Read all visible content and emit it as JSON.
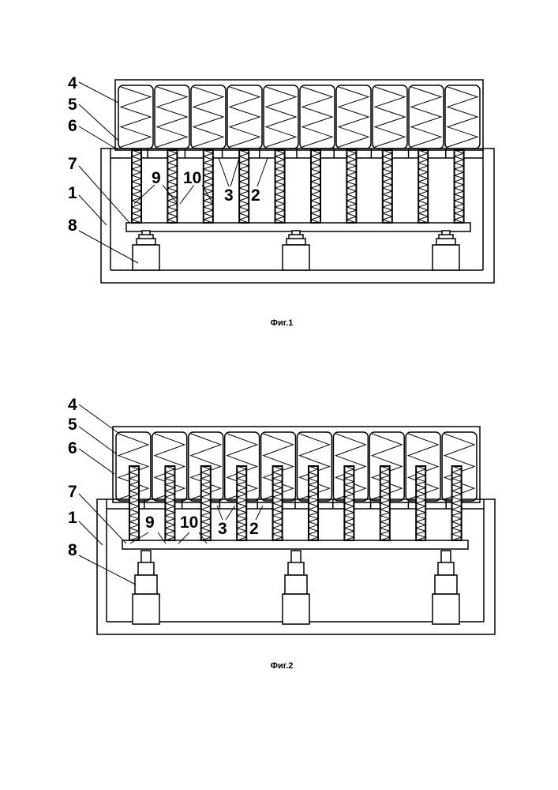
{
  "figures": [
    {
      "caption": "Фиг.1",
      "state": "lowered",
      "labels": [
        "4",
        "5",
        "6",
        "7",
        "1",
        "8",
        "9",
        "10",
        "3",
        "2"
      ]
    },
    {
      "caption": "Фиг.2",
      "state": "raised",
      "labels": [
        "4",
        "5",
        "6",
        "7",
        "1",
        "8",
        "9",
        "10",
        "3",
        "2"
      ]
    }
  ],
  "pocket_count": 10,
  "rod_count": 10,
  "actuator_count": 3,
  "colors": {
    "line": "#000000",
    "background": "#ffffff"
  }
}
